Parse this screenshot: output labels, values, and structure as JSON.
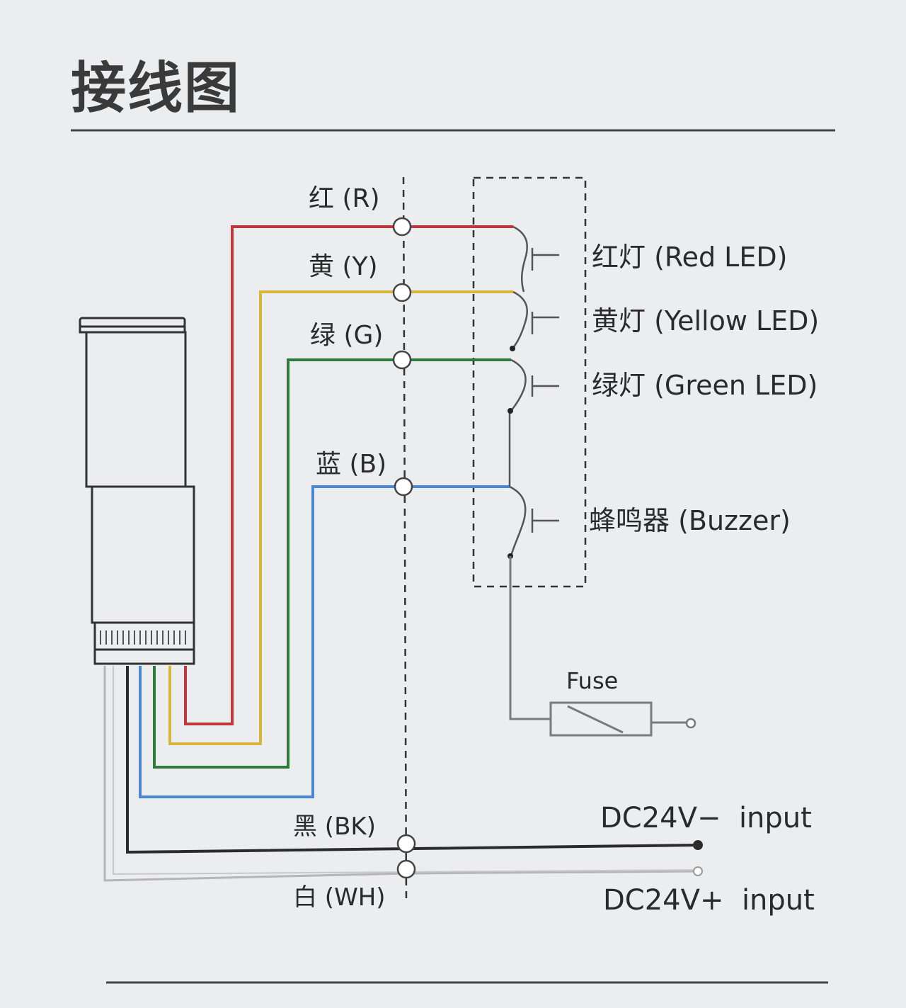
{
  "title": "接线图",
  "colors": {
    "red": "#c0373c",
    "yellow": "#d8b53c",
    "green": "#2f7b3c",
    "blue": "#4a88d6",
    "black": "#2b2b2b",
    "white_wire": "#b9b9b9",
    "gray": "#7a7a7a"
  },
  "wires": {
    "red": "红 (R)",
    "yellow": "黄 (Y)",
    "green": "绿 (G)",
    "blue": "蓝 (B)",
    "black": "黑 (BK)",
    "white": "白 (WH)"
  },
  "components": {
    "red_led": "红灯 (Red LED)",
    "yellow_led": "黄灯 (Yellow LED)",
    "green_led": "绿灯 (Green LED)",
    "buzzer": "蜂鸣器 (Buzzer)",
    "fuse": "Fuse"
  },
  "inputs": {
    "negative": "DC24V−  input",
    "positive": "DC24V+  input"
  }
}
